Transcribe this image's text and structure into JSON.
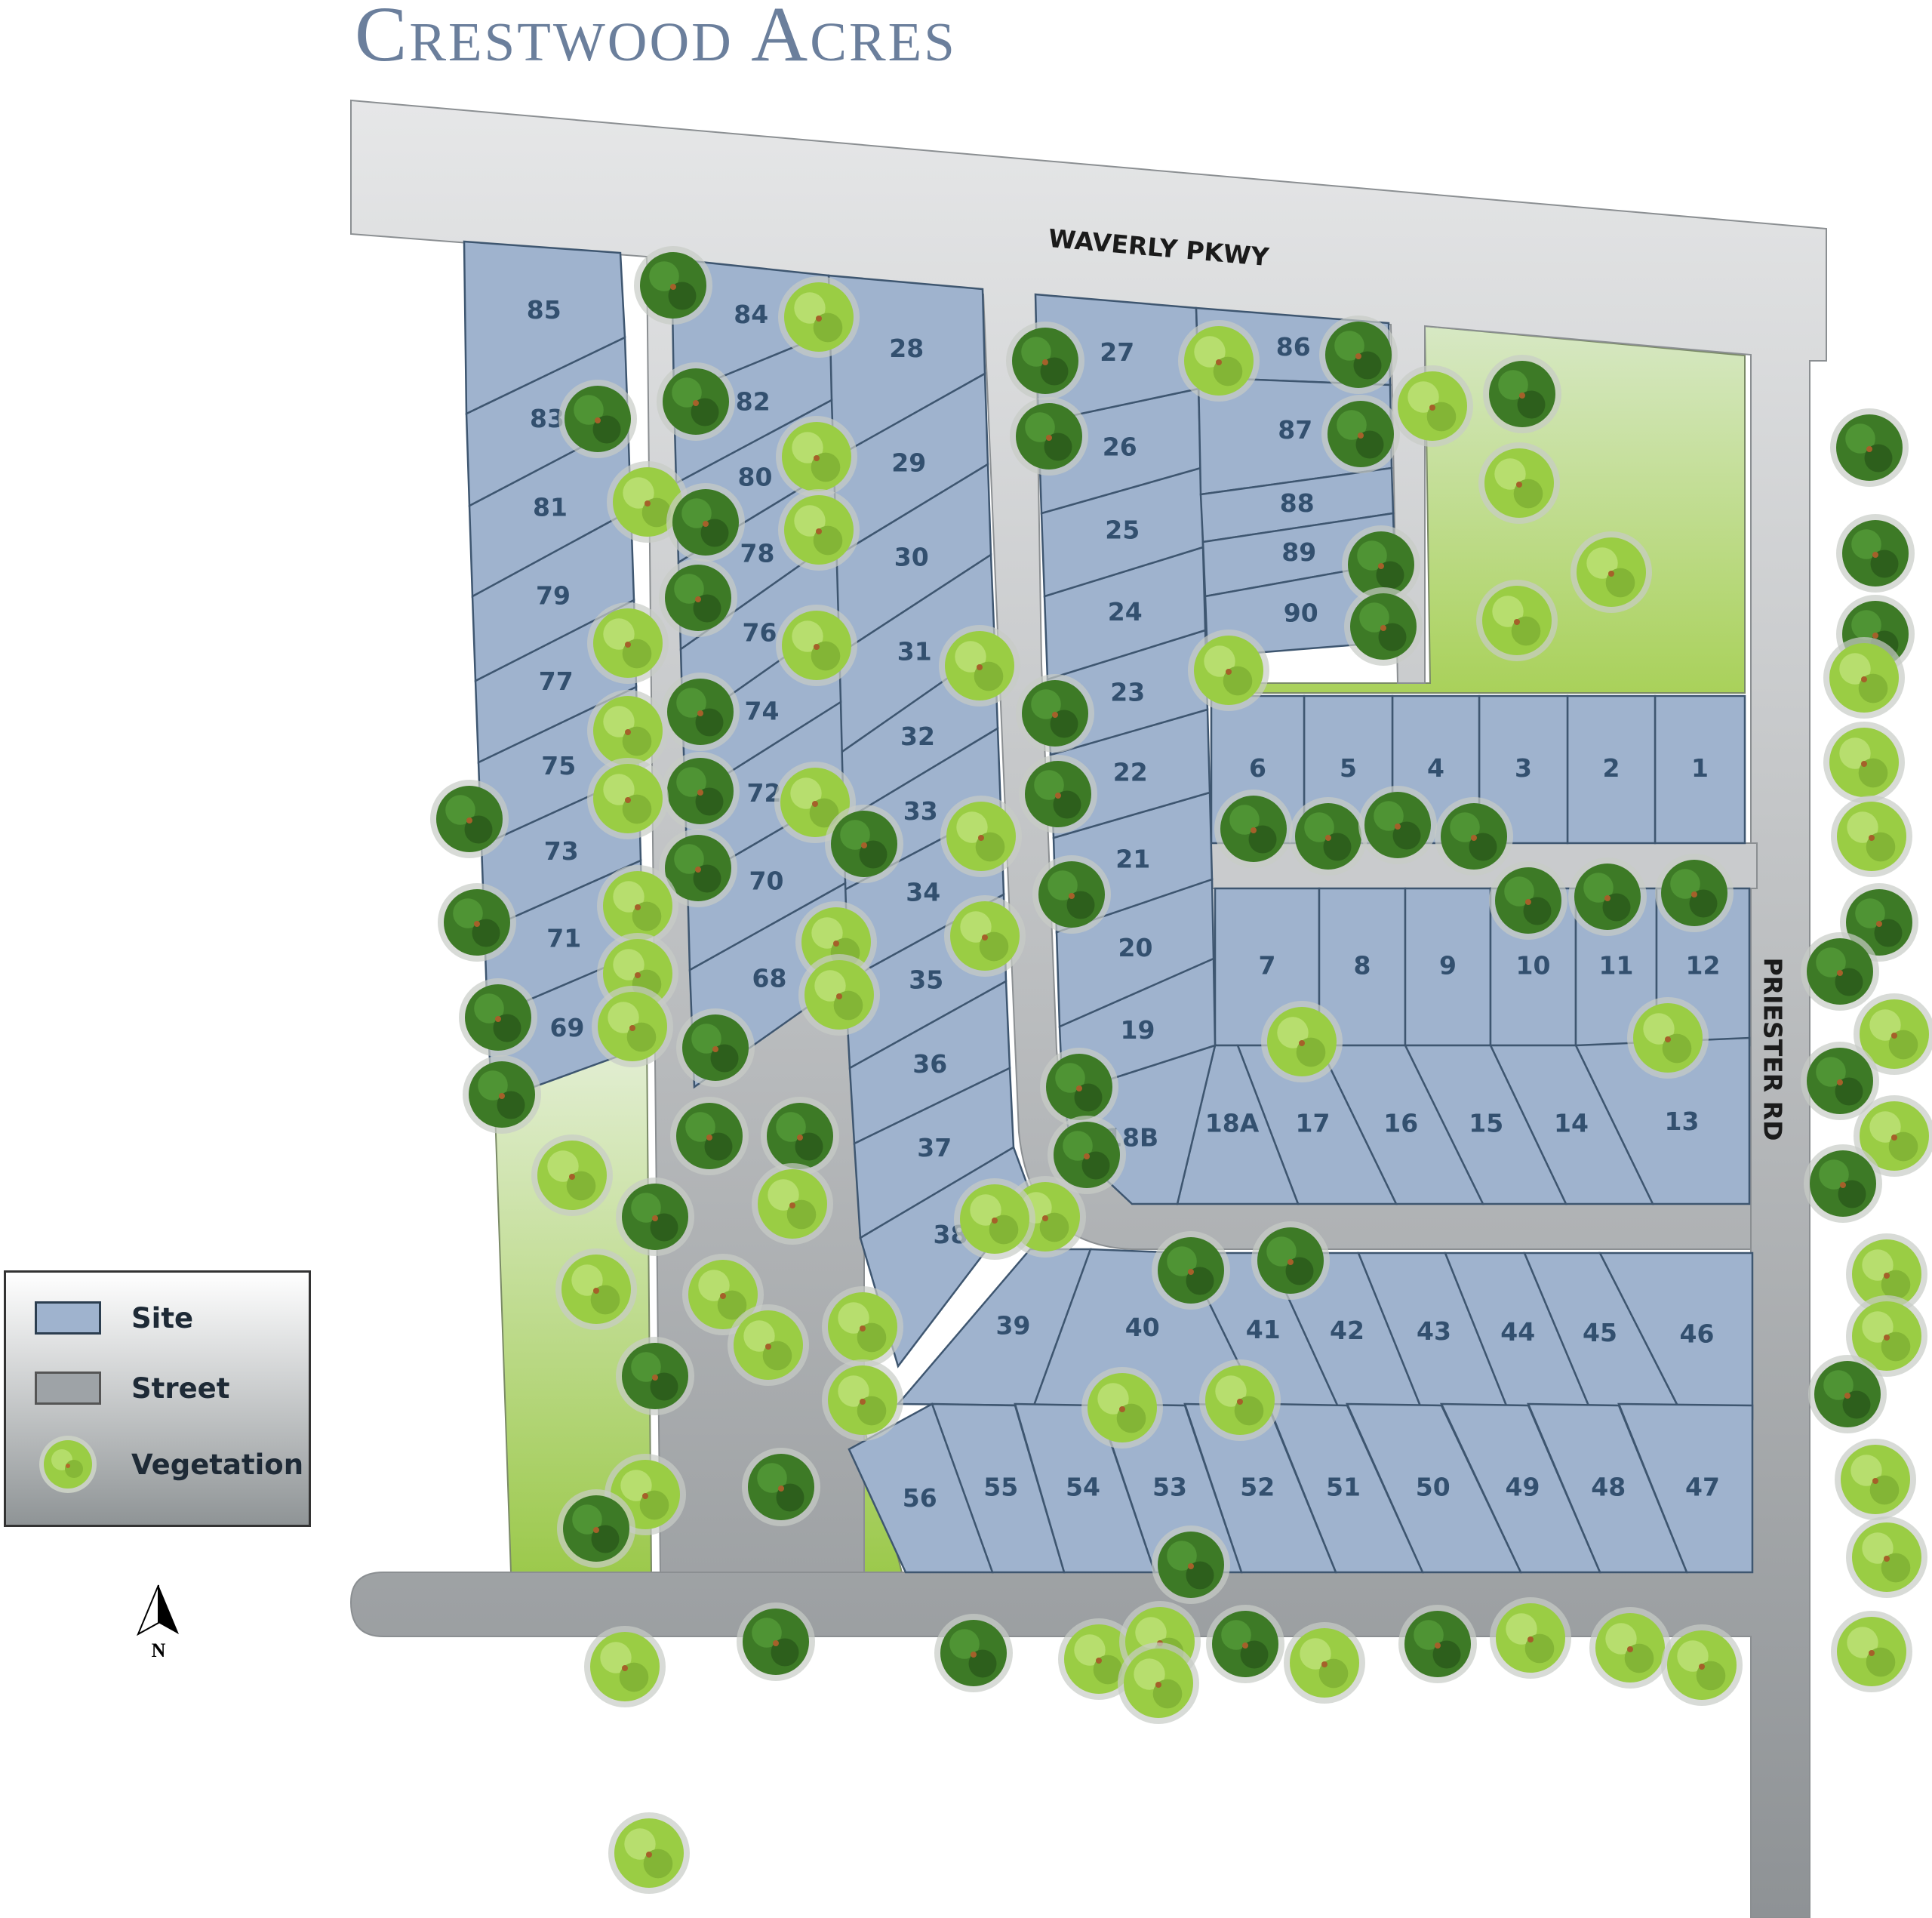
{
  "title": "Crestwood Acres",
  "streets": {
    "north": "WAVERLY PKWY",
    "east": "PRIESTER RD"
  },
  "legend": [
    {
      "label": "Site",
      "icon": "site-swatch"
    },
    {
      "label": "Street",
      "icon": "street-swatch"
    },
    {
      "label": "Vegetation",
      "icon": "tree-icon"
    }
  ],
  "north_arrow": "N",
  "colors": {
    "site": "#9fb3ce",
    "site_border": "#3e5670",
    "street": "#c2c4c6",
    "street_border": "#8b8f92",
    "open_space": "#a8d26b",
    "tree_light": "#9acd44",
    "tree_dark": "#3d7a26",
    "title": "#6b7f9c"
  },
  "lots": [
    "1",
    "2",
    "3",
    "4",
    "5",
    "6",
    "7",
    "8",
    "9",
    "10",
    "11",
    "12",
    "13",
    "14",
    "15",
    "16",
    "17",
    "18A",
    "18B",
    "19",
    "20",
    "21",
    "22",
    "23",
    "24",
    "25",
    "26",
    "27",
    "28",
    "29",
    "30",
    "31",
    "32",
    "33",
    "34",
    "35",
    "36",
    "37",
    "38",
    "39",
    "40",
    "41",
    "42",
    "43",
    "44",
    "45",
    "46",
    "47",
    "48",
    "49",
    "50",
    "51",
    "52",
    "53",
    "54",
    "55",
    "56",
    "68",
    "69",
    "70",
    "71",
    "72",
    "73",
    "74",
    "75",
    "76",
    "77",
    "78",
    "79",
    "80",
    "81",
    "82",
    "83",
    "84",
    "85",
    "86",
    "87",
    "88",
    "89",
    "90"
  ]
}
